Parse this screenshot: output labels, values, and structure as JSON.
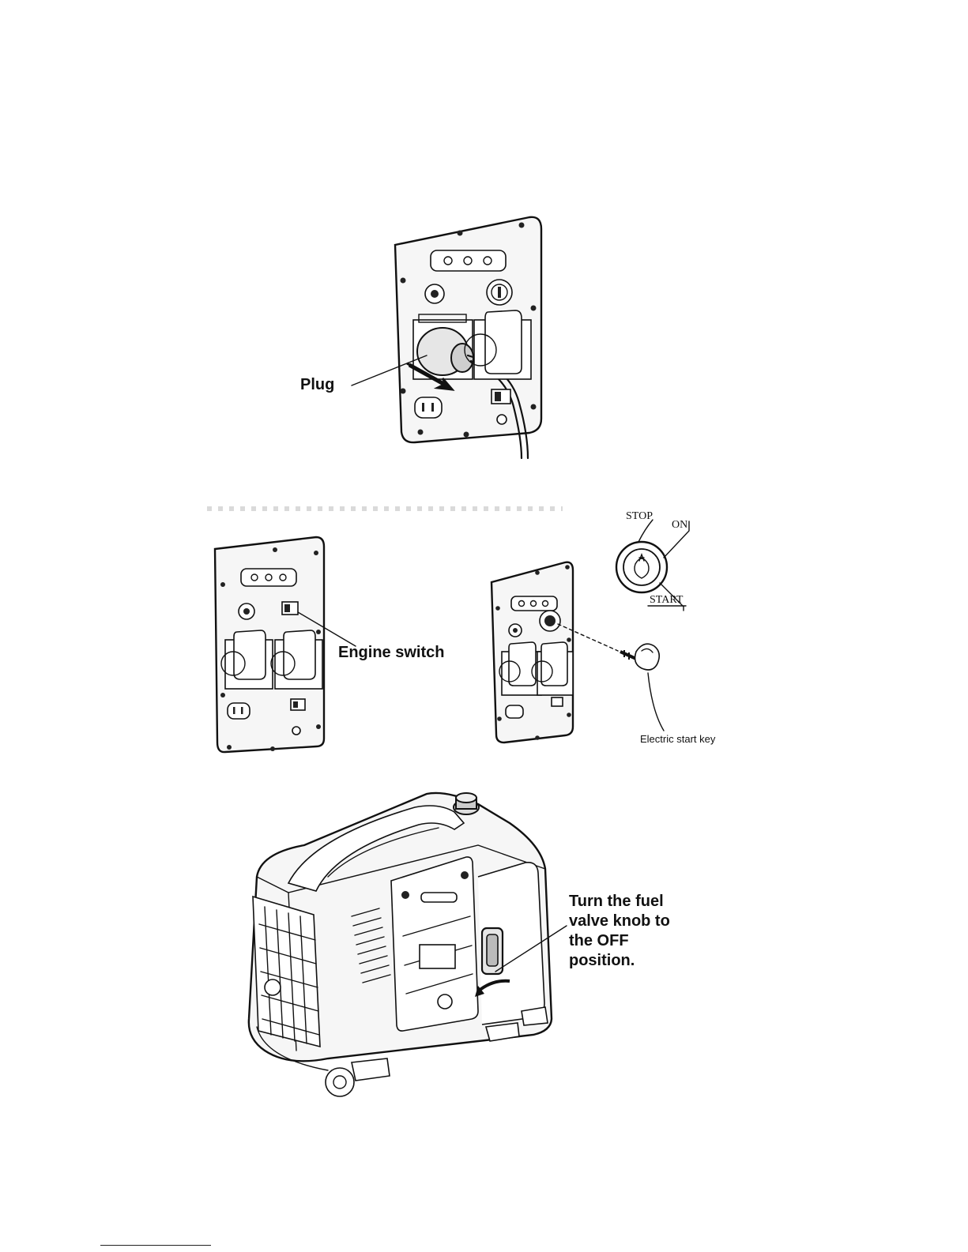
{
  "figure1": {
    "plug_label": "Plug"
  },
  "figure2": {
    "engine_switch_label": "Engine switch",
    "stop_label": "STOP",
    "on_label": "ON",
    "start_label": "START",
    "electric_start_key_label": "Electric start key"
  },
  "figure3": {
    "fuel_valve_lines": [
      "Turn the fuel",
      "valve knob to",
      "the OFF",
      "position."
    ]
  }
}
